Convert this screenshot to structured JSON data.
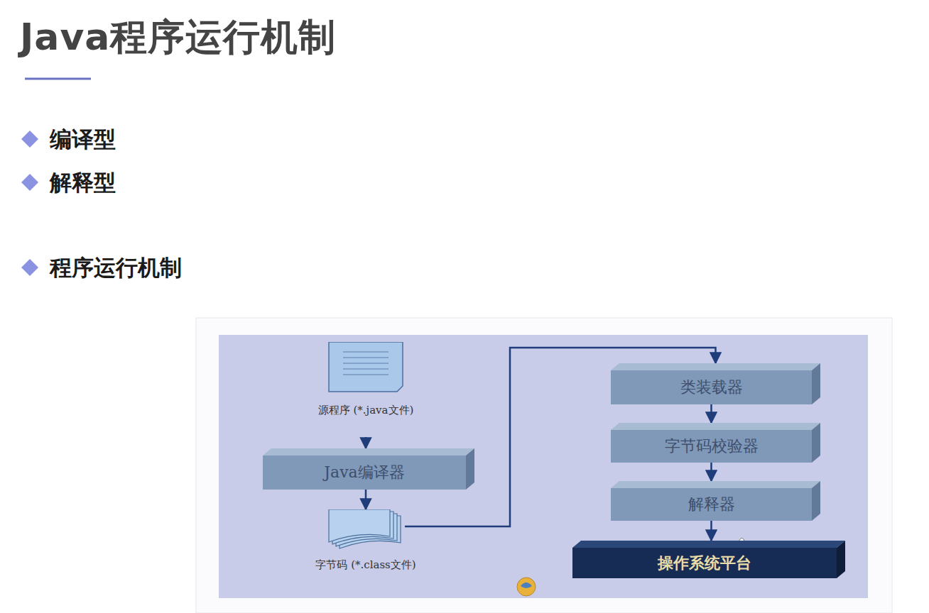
{
  "diagram": {
    "title": "Java程序运行机制",
    "nodes": [
      {
        "text": [
          "源程序 (*.java文件)"
        ]
      },
      {
        "text": [
          "Java编译器"
        ]
      },
      {
        "text": [
          "字节码 (*.class文件)"
        ]
      },
      {
        "text": [
          "类装载器"
        ]
      },
      {
        "text": [
          "字节码校验器"
        ]
      },
      {
        "text": [
          "解释器"
        ]
      },
      {
        "text": [
          "操作系统平台"
        ]
      }
    ],
    "edges": [
      {
        "from": 0,
        "to": 1,
        "arrow": "to"
      },
      {
        "from": 1,
        "to": 2,
        "arrow": "to"
      },
      {
        "from": 2,
        "to": 3,
        "arrow": "to"
      },
      {
        "from": 3,
        "to": 4,
        "arrow": "to"
      },
      {
        "from": 4,
        "to": 5,
        "arrow": "to"
      },
      {
        "from": 5,
        "to": 6,
        "arrow": "to"
      }
    ],
    "labels": [
      "编译型",
      "解释型",
      "程序运行机制"
    ]
  }
}
